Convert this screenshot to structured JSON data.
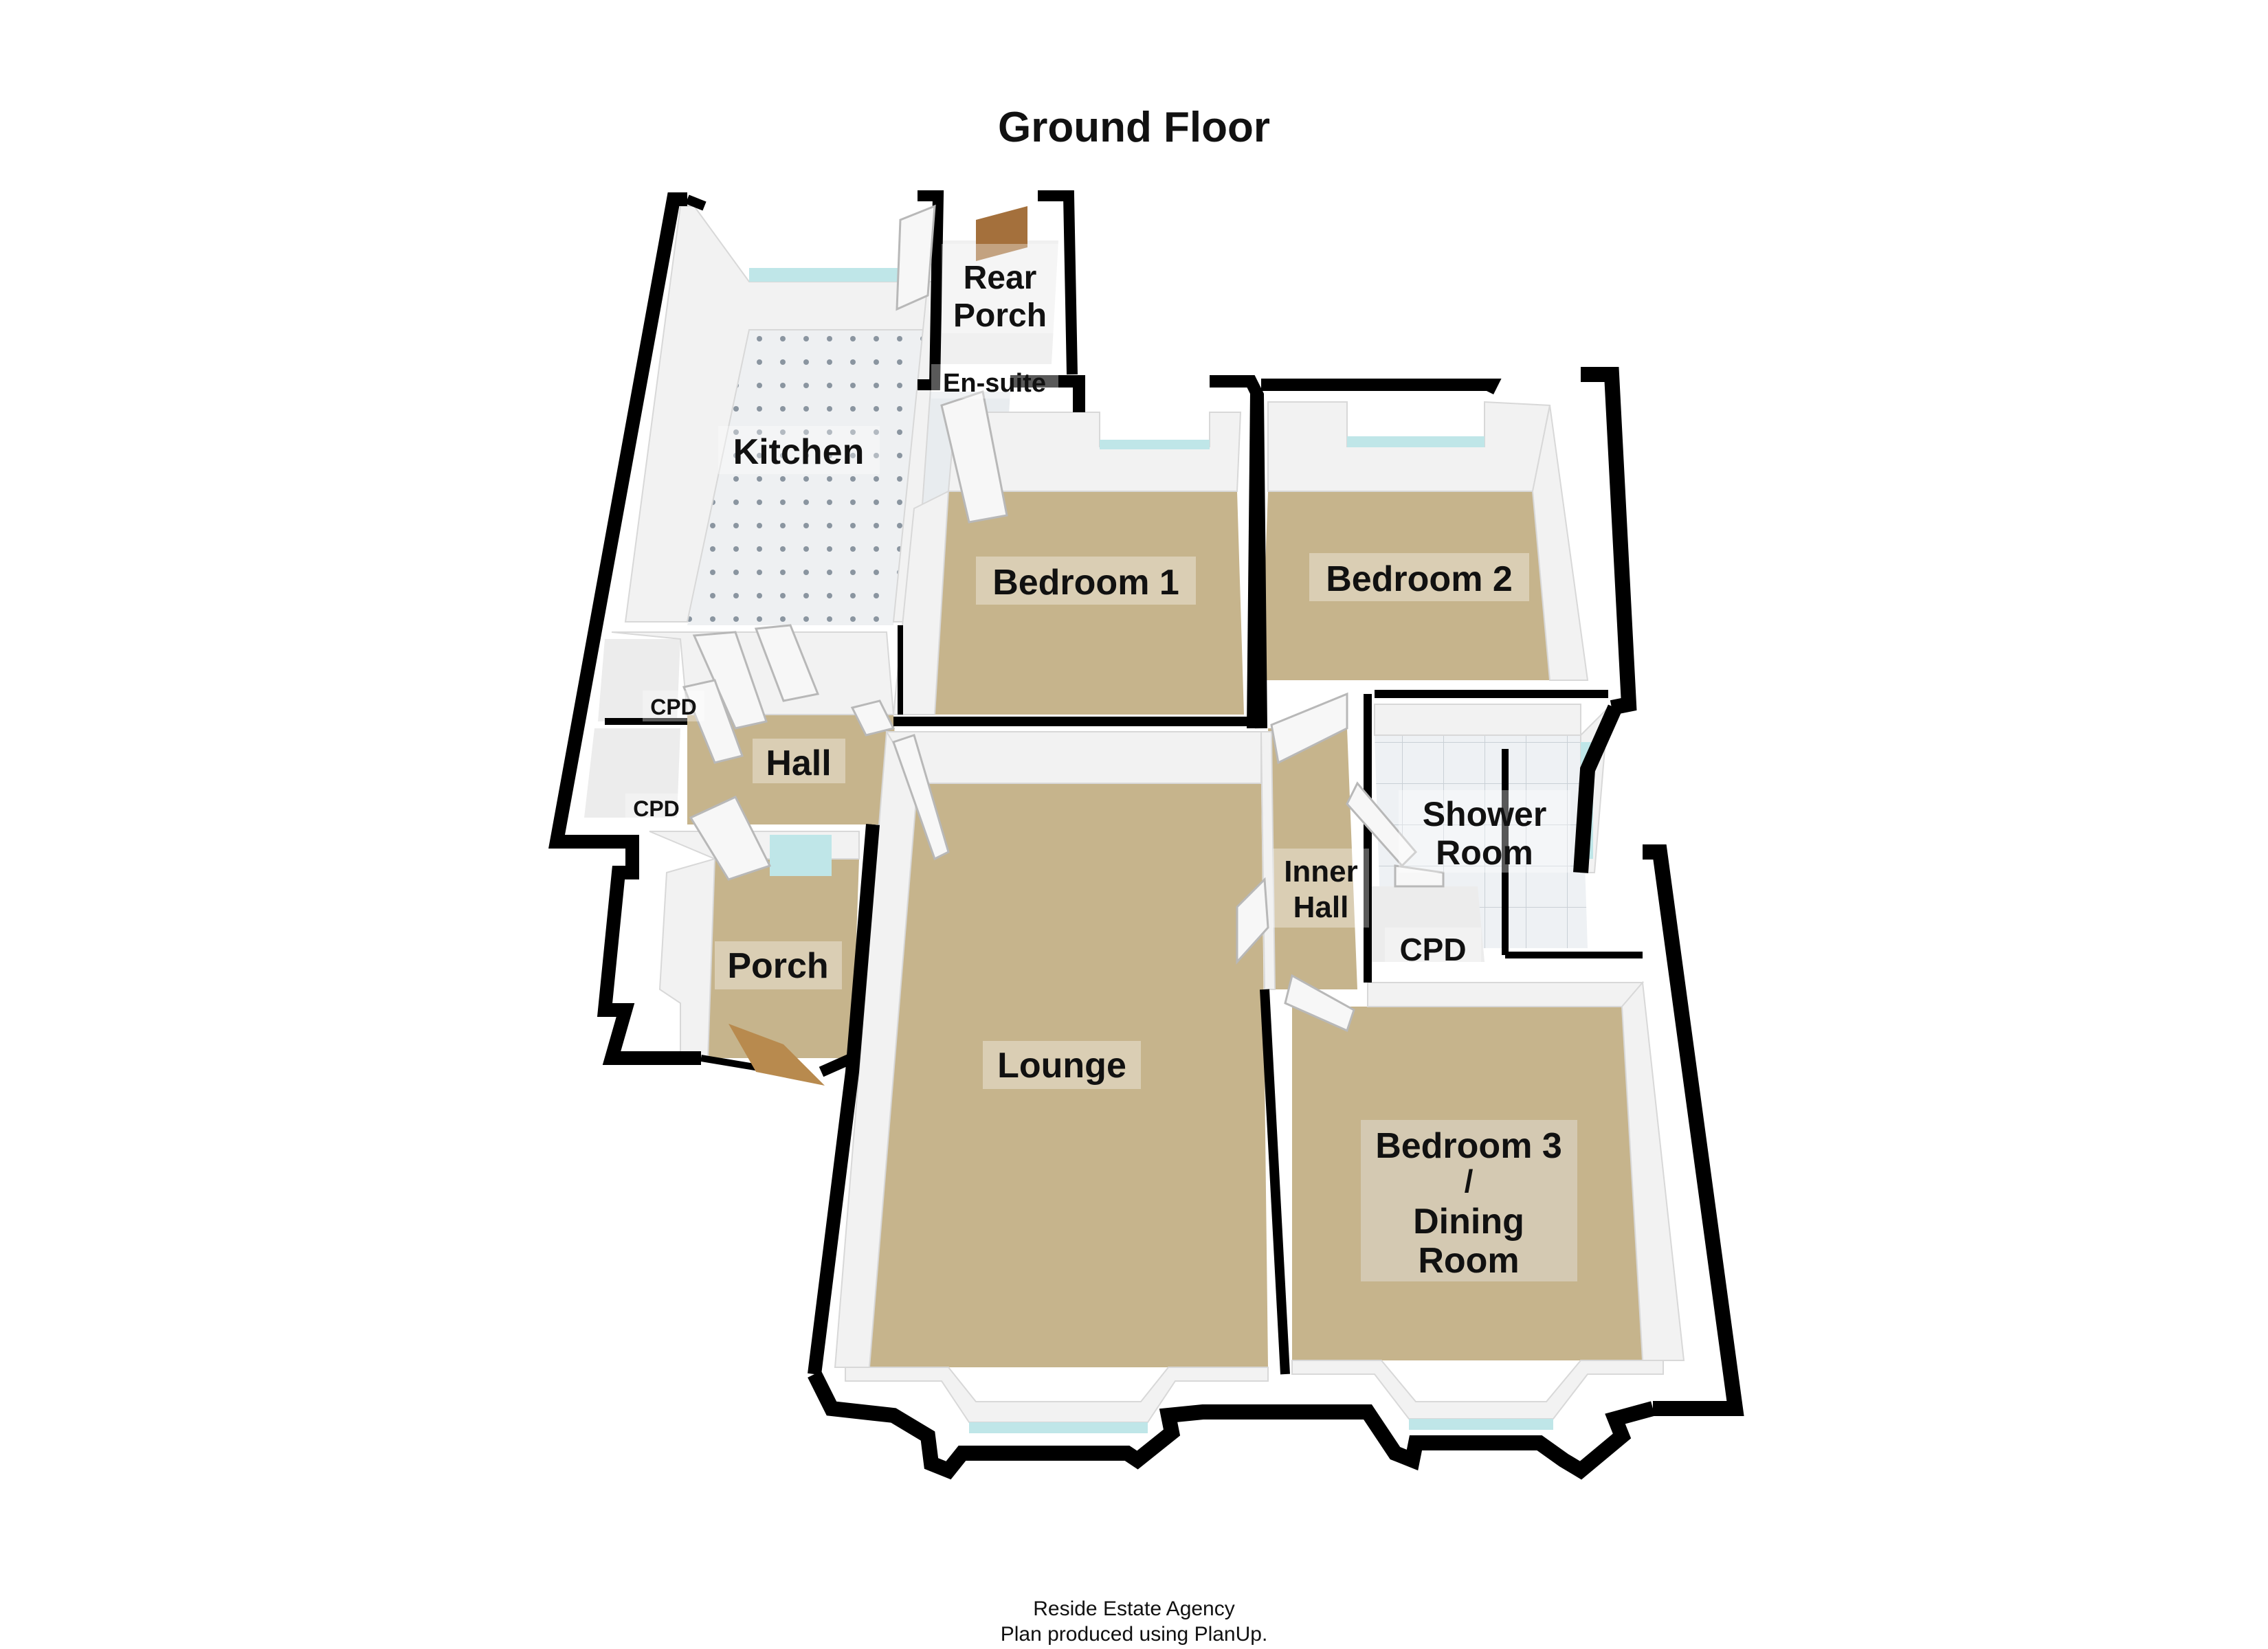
{
  "title": "Ground Floor",
  "rooms": {
    "rear_porch_1": "Rear",
    "rear_porch_2": "Porch",
    "en_suite": "En-suite",
    "kitchen": "Kitchen",
    "bedroom1": "Bedroom 1",
    "bedroom2": "Bedroom 2",
    "cpd_upper": "CPD",
    "cpd_lower": "CPD",
    "hall": "Hall",
    "shower_1": "Shower",
    "shower_2": "Room",
    "inner_hall_1": "Inner",
    "inner_hall_2": "Hall",
    "cpd_right": "CPD",
    "porch": "Porch",
    "lounge": "Lounge",
    "bedroom3_1": "Bedroom 3",
    "bedroom3_2": "/",
    "bedroom3_3": "Dining",
    "bedroom3_4": "Room"
  },
  "footer": {
    "line1": "Reside Estate Agency",
    "line2": "Plan produced using PlanUp."
  },
  "colors": {
    "carpet": "#c6b48c",
    "wall": "#000000",
    "inner_wall": "#f2f2f2",
    "tile": "#eef0f2",
    "door": "#f7f7f7",
    "window": "#bfe6e8",
    "wood_door": "#a4703c"
  }
}
